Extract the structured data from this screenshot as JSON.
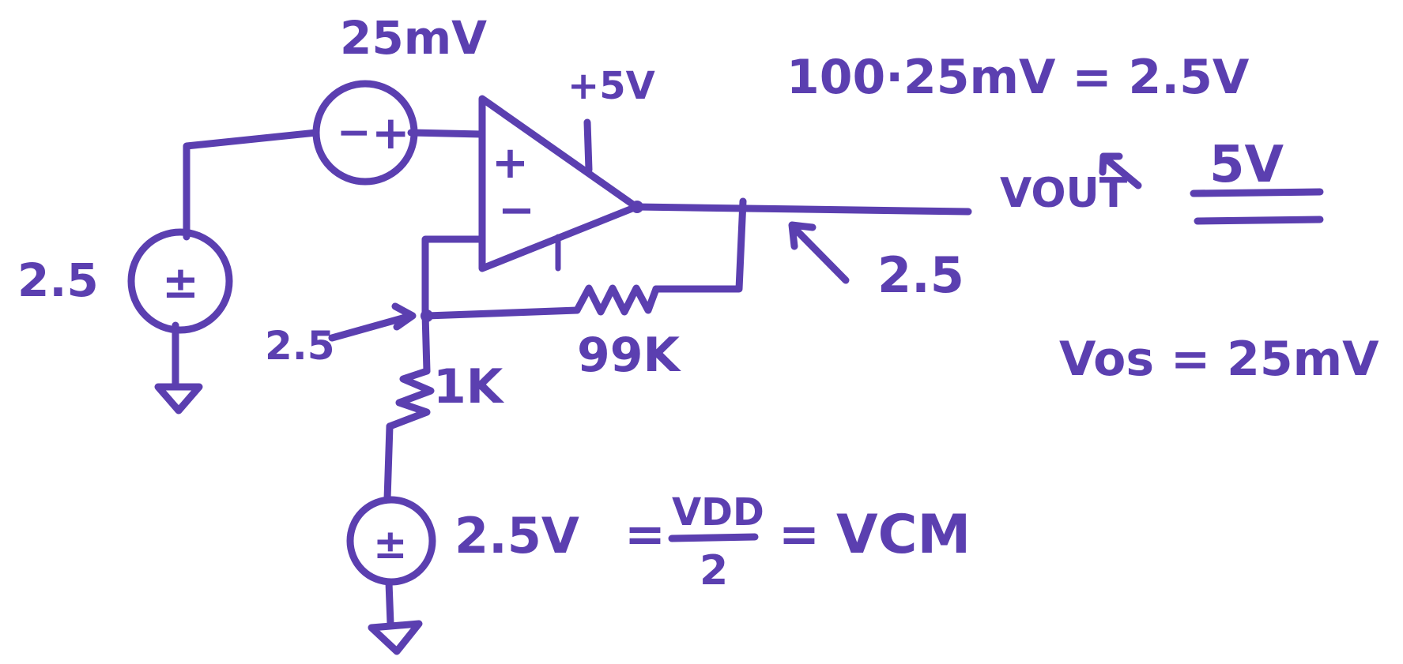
{
  "colors": {
    "ink": "#5b3fb0",
    "ink_light": "#6a55c8",
    "paper": "#ffffff"
  },
  "labels": {
    "offset_source": "25mV",
    "supply": "+5V",
    "gain_equation": "100·25mV = 2.5V",
    "left_source": "2.5",
    "inverting_node": "2.5",
    "feedback_resistor": "99K",
    "ground_resistor": "1K",
    "output_label": "VOUT",
    "output_ideal": "2.5",
    "output_actual": "5V",
    "vos_equation": "Vos = 25mV",
    "bottom_source": "2.5V",
    "vdd": "VDD",
    "two": "2",
    "vcm": "VCM",
    "plus_sign": "+",
    "minus_sign": "−",
    "pm_sign": "±"
  }
}
